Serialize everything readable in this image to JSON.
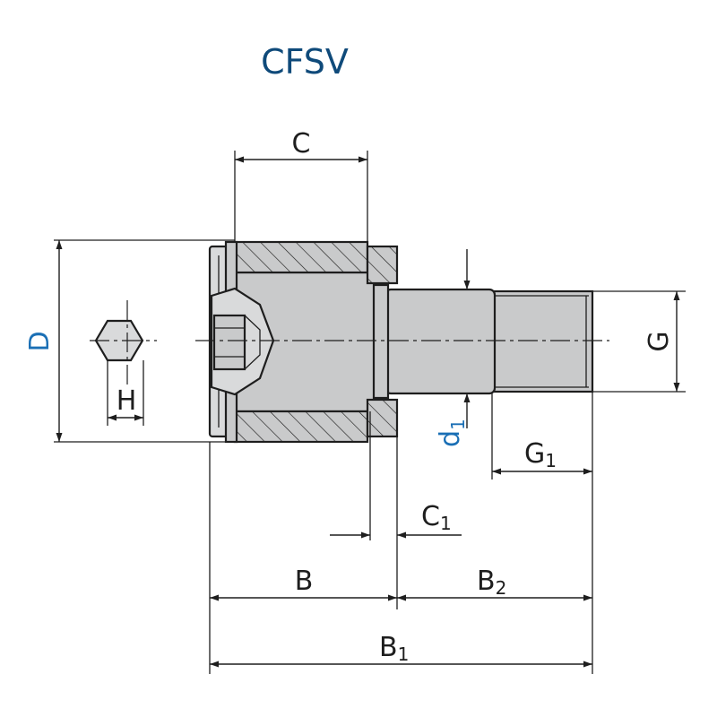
{
  "title": "CFSV",
  "colors": {
    "title": "#0f4a7a",
    "blue_label": "#1a6fb5",
    "black_label": "#1e1e1e",
    "part_fill": "#c9cacb"
  },
  "labels": {
    "C": "C",
    "D": "D",
    "H": "H",
    "G": "G",
    "d1_main": "d",
    "d1_sub": "1",
    "G1_main": "G",
    "G1_sub": "1",
    "C1_main": "C",
    "C1_sub": "1",
    "B": "B",
    "B2_main": "B",
    "B2_sub": "2",
    "B1_main": "B",
    "B1_sub": "1"
  }
}
